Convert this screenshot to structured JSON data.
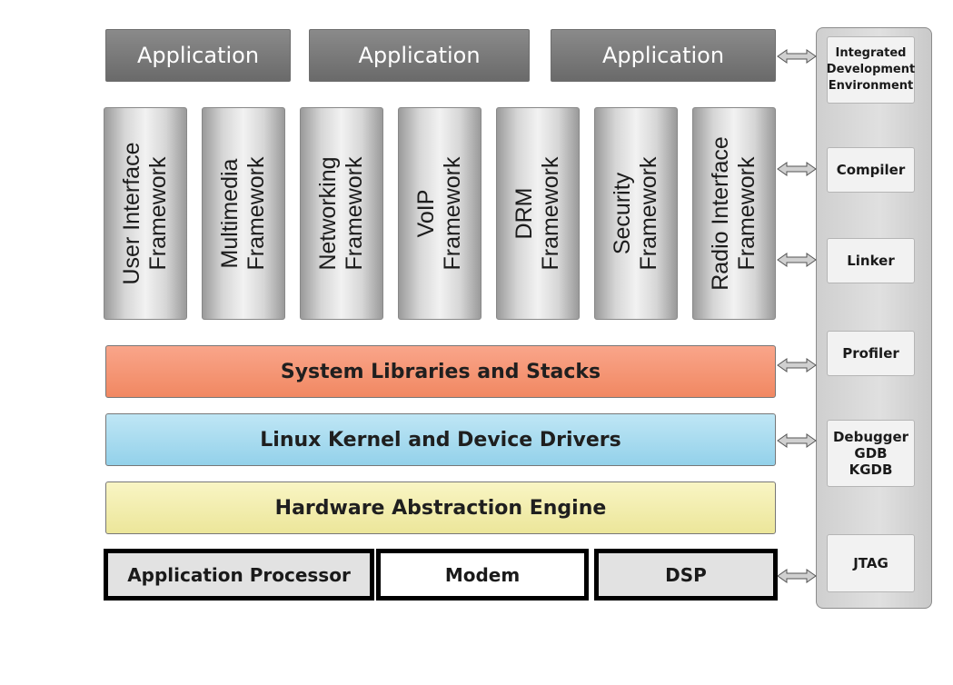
{
  "applications": [
    "Application",
    "Application",
    "Application"
  ],
  "frameworks": [
    {
      "line1": "User Interface",
      "line2": "Framework"
    },
    {
      "line1": "Multimedia",
      "line2": "Framework"
    },
    {
      "line1": "Networking",
      "line2": "Framework"
    },
    {
      "line1": "VoIP",
      "line2": "Framework"
    },
    {
      "line1": "DRM",
      "line2": "Framework"
    },
    {
      "line1": "Security",
      "line2": "Framework"
    },
    {
      "line1": "Radio Interface",
      "line2": "Framework"
    }
  ],
  "layers": {
    "system_libraries": "System Libraries and Stacks",
    "kernel": "Linux Kernel and Device Drivers",
    "hal": "Hardware Abstraction Engine"
  },
  "hardware": [
    "Application Processor",
    "Modem",
    "DSP"
  ],
  "tools": {
    "ide": [
      "Integrated",
      "Development",
      "Environment"
    ],
    "compiler": "Compiler",
    "linker": "Linker",
    "profiler": "Profiler",
    "debugger": [
      "Debugger",
      "GDB",
      "KGDB"
    ],
    "jtag": "JTAG"
  },
  "colors": {
    "system_libraries": "#f28b66",
    "kernel": "#a8daef",
    "hal": "#f1ecac"
  }
}
